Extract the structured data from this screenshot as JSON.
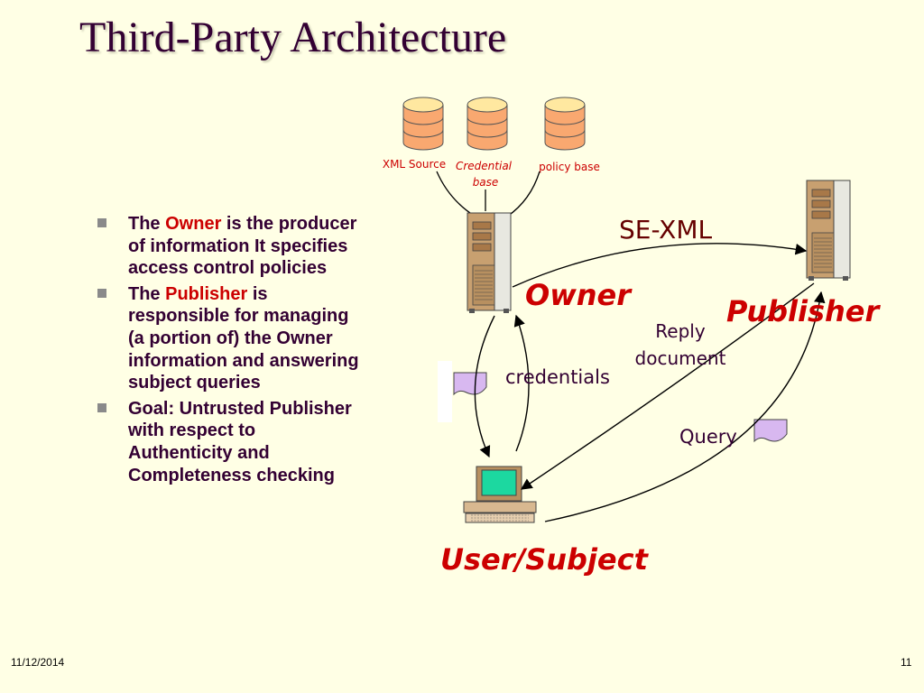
{
  "slide": {
    "title": "Third-Party Architecture",
    "date": "11/12/2014",
    "page_number": "11"
  },
  "bullets": [
    {
      "pre": "The ",
      "highlight": "Owner",
      "post": " is the producer of information It specifies access control policies"
    },
    {
      "pre": "The ",
      "highlight": "Publisher",
      "post": " is responsible for managing (a portion of) the Owner information and answering subject queries"
    },
    {
      "pre": "Goal: Untrusted Publisher with respect to Authenticity and Completeness checking",
      "highlight": "",
      "post": ""
    }
  ],
  "diagram": {
    "databases": [
      "XML Source",
      "Credential",
      "base",
      "policy base"
    ],
    "owner_label": "Owner",
    "publisher_label": "Publisher",
    "user_label": "User/Subject",
    "se_xml_label": "SE-XML",
    "reply_label_1": "Reply",
    "reply_label_2": "document",
    "credentials_label": "credentials",
    "query_label": "Query"
  },
  "colors": {
    "background": "#FFFFE5",
    "title": "#330033",
    "highlight": "#CC0000",
    "database": "#F9A870",
    "database_top": "#FFE8A0",
    "document": "#D8B8F0",
    "monitor_screen": "#1CD8A0",
    "server": "#C8A070"
  }
}
